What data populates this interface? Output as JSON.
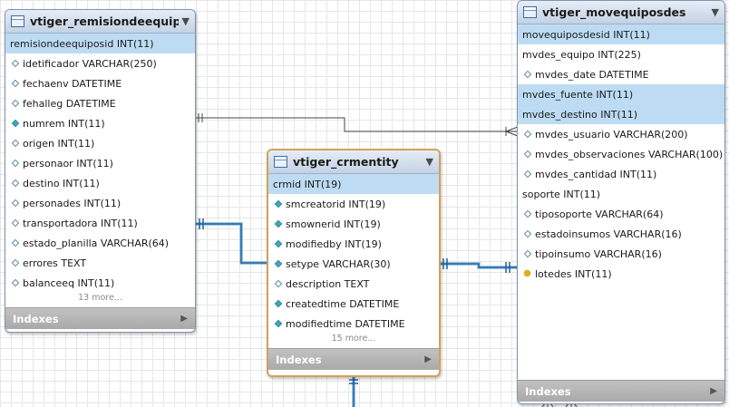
{
  "tables": {
    "remision": {
      "name": "vtiger_remisiondeequipos",
      "toggle": "▼",
      "columns": [
        {
          "text": "remisiondeequiposid INT(11)",
          "hl": true,
          "icon": "none"
        },
        {
          "text": "idetificador VARCHAR(250)",
          "icon": "diamond"
        },
        {
          "text": "fechaenv DATETIME",
          "icon": "diamond"
        },
        {
          "text": "fehalleg DATETIME",
          "icon": "diamond"
        },
        {
          "text": "numrem  INT(11)",
          "icon": "diamond-filled"
        },
        {
          "text": "origen INT(11)",
          "icon": "diamond"
        },
        {
          "text": "personaor INT(11)",
          "icon": "diamond"
        },
        {
          "text": "destino INT(11)",
          "icon": "diamond"
        },
        {
          "text": "personades INT(11)",
          "icon": "diamond"
        },
        {
          "text": "transportadora INT(11)",
          "icon": "diamond"
        },
        {
          "text": "estado_planilla VARCHAR(64)",
          "icon": "diamond"
        },
        {
          "text": "errores TEXT",
          "icon": "diamond"
        },
        {
          "text": "balanceeq INT(11)",
          "icon": "diamond"
        }
      ],
      "more": "13 more...",
      "indexes": "Indexes",
      "indexes_arrow": "▶"
    },
    "crmentity": {
      "name": "vtiger_crmentity",
      "toggle": "▼",
      "columns": [
        {
          "text": "crmid INT(19)",
          "hl": true,
          "icon": "none"
        },
        {
          "text": "smcreatorid INT(19)",
          "icon": "diamond-filled"
        },
        {
          "text": "smownerid INT(19)",
          "icon": "diamond-filled"
        },
        {
          "text": "modifiedby INT(19)",
          "icon": "diamond-filled"
        },
        {
          "text": "setype VARCHAR(30)",
          "icon": "diamond-filled"
        },
        {
          "text": "description TEXT",
          "icon": "diamond"
        },
        {
          "text": "createdtime DATETIME",
          "icon": "diamond-filled"
        },
        {
          "text": "modifiedtime DATETIME",
          "icon": "diamond-filled"
        }
      ],
      "more": "15 more...",
      "indexes": "Indexes",
      "indexes_arrow": "▶"
    },
    "movequipos": {
      "name": "vtiger_movequiposdes",
      "toggle": "▼",
      "columns": [
        {
          "text": "movequiposdesid INT(11)",
          "hl": true,
          "icon": "none"
        },
        {
          "text": "mvdes_equipo INT(225)",
          "icon": "none"
        },
        {
          "text": "mvdes_date DATETIME",
          "icon": "diamond"
        },
        {
          "text": "mvdes_fuente INT(11)",
          "hl": true,
          "icon": "none"
        },
        {
          "text": "mvdes_destino INT(11)",
          "hl": true,
          "icon": "none"
        },
        {
          "text": "mvdes_usuario VARCHAR(200)",
          "icon": "diamond"
        },
        {
          "text": "mvdes_observaciones VARCHAR(100)",
          "icon": "diamond"
        },
        {
          "text": "mvdes_cantidad INT(11)",
          "icon": "diamond"
        },
        {
          "text": "soporte INT(11)",
          "icon": "none"
        },
        {
          "text": "tiposoporte VARCHAR(64)",
          "icon": "diamond"
        },
        {
          "text": "estadoinsumos VARCHAR(16)",
          "icon": "diamond"
        },
        {
          "text": "tipoinsumo VARCHAR(16)",
          "icon": "diamond"
        },
        {
          "text": "lotedes INT(11)",
          "icon": "key"
        }
      ],
      "indexes": "Indexes",
      "indexes_arrow": "▶"
    }
  },
  "colors": {
    "highlight_row": "#bddcf3",
    "relationship_selected": "#1f6fb5",
    "relationship_default": "#444444",
    "selected_border": "#d2a15a"
  }
}
